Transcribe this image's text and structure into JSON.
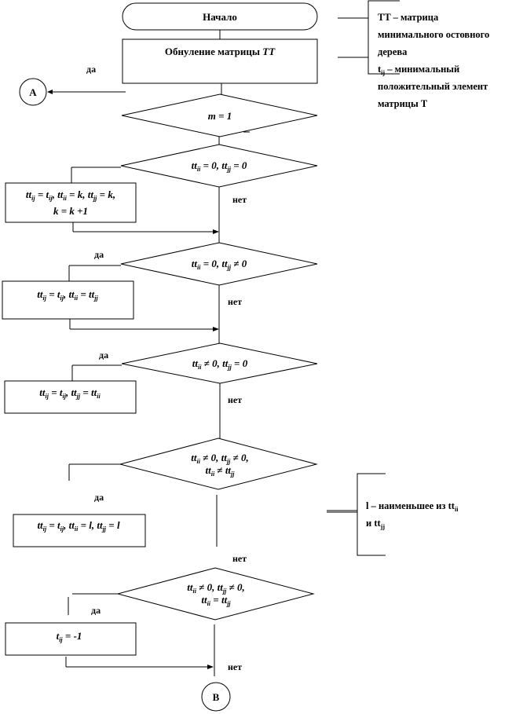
{
  "flowchart": {
    "start": "Начало",
    "init_block": "Обнуление матрицы TT",
    "connector_a": "A",
    "connector_b": "B",
    "yes": "да",
    "no": "нет",
    "decision_m": "m = 1",
    "decision1": "tt_ii = 0, tt_jj = 0",
    "action1_line1": "tt_ij = t_ij, tt_ii = k, tt_jj = k,",
    "action1_line2": "k = k +1",
    "decision2": "tt_ii = 0, tt_jj ≠ 0",
    "action2": "tt_ij = t_ij, tt_ii = tt_jj",
    "decision3": "tt_ii ≠ 0, tt_jj = 0",
    "action3": "tt_ij = t_ij, tt_jj = tt_ii",
    "decision4_line1": "tt_ii ≠ 0, tt_jj ≠ 0,",
    "decision4_line2": "tt_ii ≠ tt_jj",
    "action4": "tt_ij = t_ij, tt_ii = l, tt_jj = l",
    "decision5_line1": "tt_ii ≠ 0, tt_jj ≠ 0,",
    "decision5_line2": "tt_ii = tt_jj",
    "action5": "t_ij = -1"
  },
  "notes": {
    "note1_lines": [
      "TT – матрица",
      "минимального остовного",
      "дерева",
      "t_ij – минимальный",
      "положительный элемент",
      "матрицы T"
    ],
    "note2_lines": [
      "l – наименьшее из tt_ii",
      "и tt_jj"
    ]
  }
}
